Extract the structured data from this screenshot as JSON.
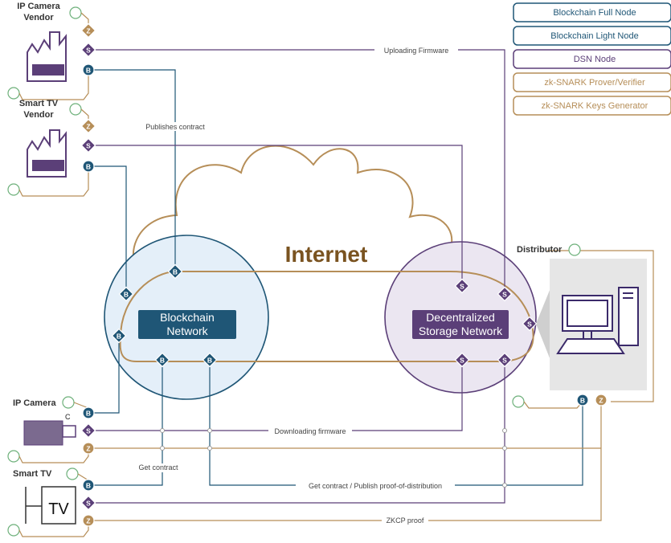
{
  "colors": {
    "blockchain": "#1f5676",
    "dsn": "#5b3f78",
    "zk": "#b68e58",
    "blockchain_fill": "#e4eff9",
    "dsn_fill": "#ebe6f1",
    "cloud_title": "#7a5320",
    "gray": "#999999"
  },
  "legend": {
    "full_node": "Blockchain Full Node",
    "light_node": "Blockchain Light Node",
    "dsn_node": "DSN Node",
    "prover": "zk-SNARK Prover/Verifier",
    "keygen": "zk-SNARK Keys Generator"
  },
  "entities": {
    "ipcam_vendor_line1": "IP Camera",
    "ipcam_vendor_line2": "Vendor",
    "tv_vendor_line1": "Smart TV",
    "tv_vendor_line2": "Vendor",
    "distributor": "Distributor",
    "ip_camera": "IP Camera",
    "smart_tv": "Smart TV",
    "camera_letter": "C",
    "tv_screen": "TV"
  },
  "network": {
    "internet": "Internet",
    "blockchain_line1": "Blockchain",
    "blockchain_line2": "Network",
    "dsn_line1": "Decentralized",
    "dsn_line2": "Storage Network"
  },
  "edges": {
    "uploading_firmware": "Uploading Firmware",
    "publishes_contract": "Publishes contract",
    "downloading_firmware": "Downloading firmware",
    "get_contract": "Get contract",
    "get_contract_publish": "Get contract / Publish proof-of-distribution",
    "zkcp_proof": "ZKCP proof"
  },
  "node_letters": {
    "blockchain": "B",
    "dsn": "S",
    "zk": "Z"
  }
}
